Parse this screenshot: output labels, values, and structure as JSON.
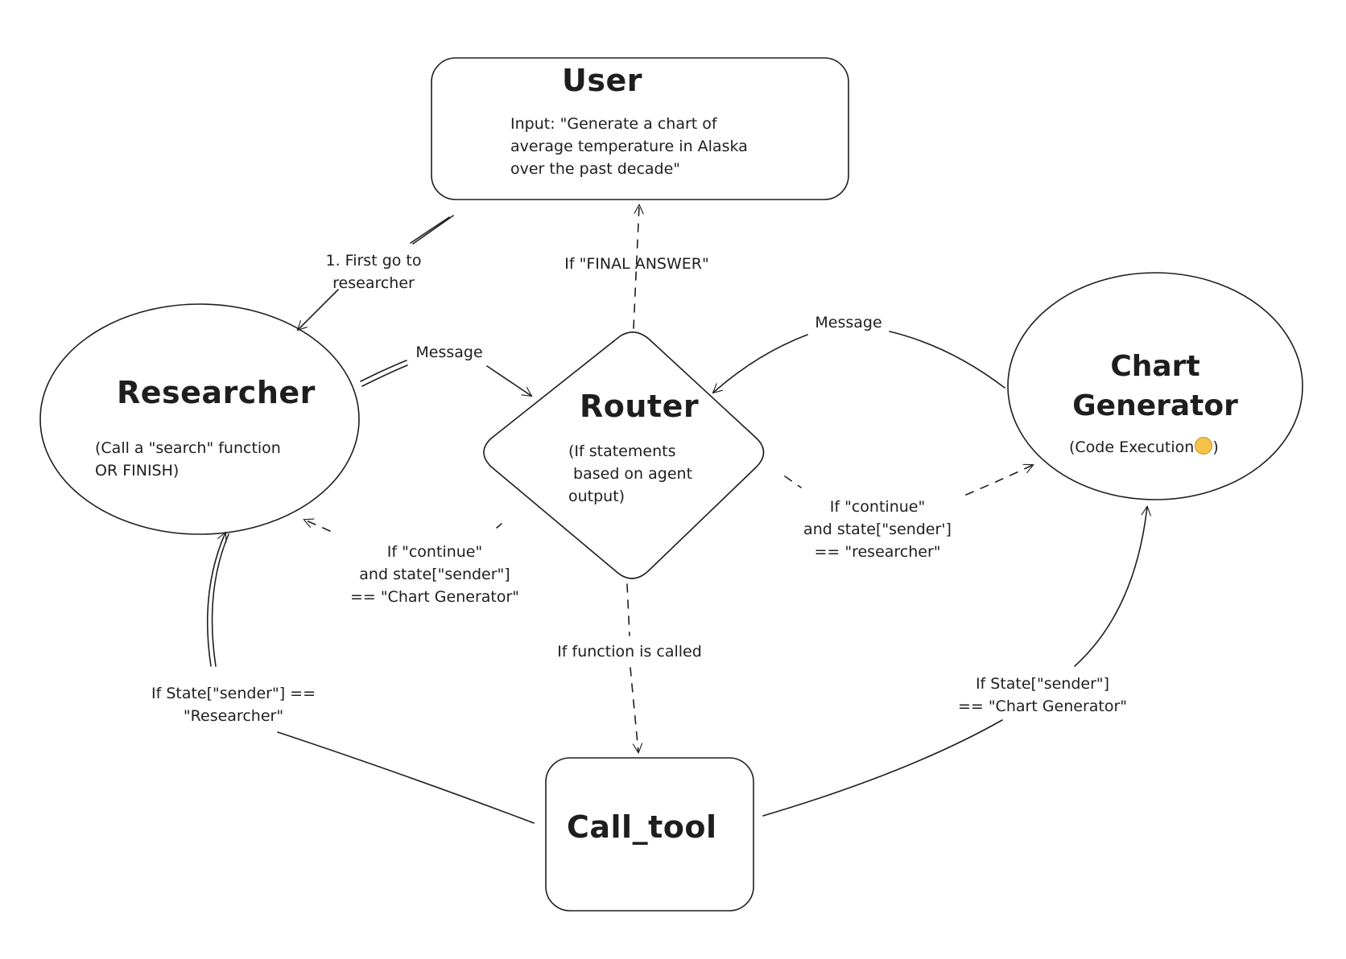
{
  "nodes": {
    "user": {
      "title": "User",
      "input_lines": [
        "Input: \"Generate a chart of",
        "average temperature in Alaska",
        "over the past decade\""
      ]
    },
    "researcher": {
      "title": "Researcher",
      "desc_lines": [
        "(Call a \"search\" function",
        "OR FINISH)"
      ]
    },
    "router": {
      "title": "Router",
      "desc_lines": [
        "(If statements",
        " based on agent",
        "output)"
      ]
    },
    "chart_generator": {
      "title_lines": [
        "Chart",
        "Generator"
      ],
      "desc": "(Code Execution",
      "desc_close": ")",
      "emoji_icon": "flushed-face-emoji"
    },
    "call_tool": {
      "title": "Call_tool"
    }
  },
  "edges": {
    "user_to_researcher": [
      "1. First go to",
      "researcher"
    ],
    "router_to_user": "If \"FINAL ANSWER\"",
    "researcher_to_router": "Message",
    "chart_to_router": "Message",
    "router_to_researcher": [
      "If \"continue\"",
      "and state[\"sender\"]",
      "== \"Chart Generator\""
    ],
    "router_to_chart": [
      "If \"continue\"",
      "and state[\"sender']",
      "== \"researcher\""
    ],
    "router_to_call_tool": "If function is called",
    "call_tool_to_researcher": [
      "If State[\"sender\"] ==",
      "\"Researcher\""
    ],
    "call_tool_to_chart": [
      "If State[\"sender\"]",
      "== \"Chart Generator\""
    ]
  },
  "colors": {
    "stroke": "#1e1e1e",
    "background": "#ffffff",
    "emoji_face": "#f6c34a"
  }
}
